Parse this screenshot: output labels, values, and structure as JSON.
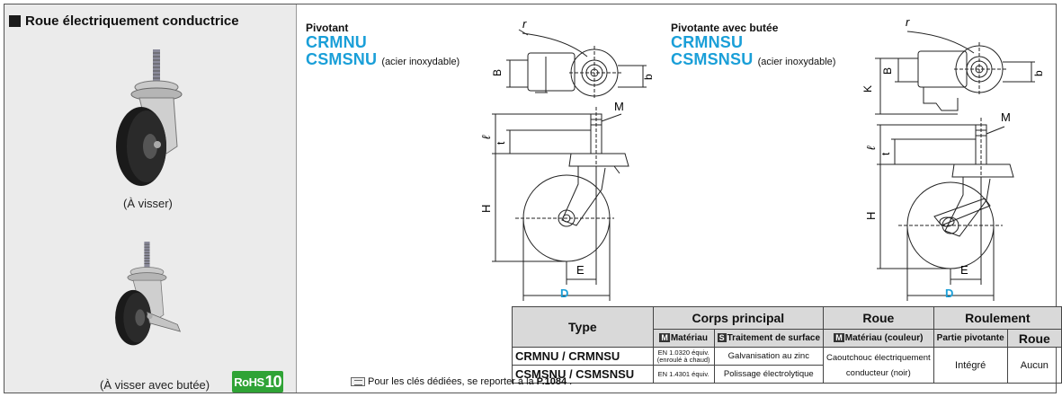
{
  "left": {
    "title": "Roue électriquement conductrice",
    "caption_screw": "(À visser)",
    "caption_screw_brake": "(À visser avec butée)",
    "rohs_text": "RoHS",
    "rohs_number": "10"
  },
  "swivel": {
    "label": "Pivotant",
    "code1": "CRMNU",
    "code2": "CSMSNU",
    "code2_note": "(acier inoxydable)"
  },
  "swivel_brake": {
    "label": "Pivotante avec butée",
    "code1": "CRMNSU",
    "code2": "CSMSNSU",
    "code2_note": "(acier inoxydable)"
  },
  "dims": {
    "r": "r",
    "B": "B",
    "b": "b",
    "M": "M",
    "l": "ℓ",
    "t": "t",
    "H": "H",
    "E": "E",
    "D": "D",
    "K": "K"
  },
  "table": {
    "type_header": "Type",
    "body_header": "Corps principal",
    "wheel_header": "Roue",
    "bearing_header": "Roulement",
    "tag_m": "M",
    "tag_s": "S",
    "material_label": "Matériau",
    "surface_label": "Traitement de surface",
    "material_color_label": "Matériau (couleur)",
    "pivot_part_label": "Partie pivotante",
    "wheel_sub_label": "Roue",
    "rows": [
      {
        "type": "CRMNU / CRMNSU",
        "material": "EN 1.0320 équiv. (enroulé à chaud)",
        "surface": "Galvanisation au zinc"
      },
      {
        "type": "CSMSNU / CSMSNSU",
        "material": "EN 1.4301 équiv.",
        "surface": "Polissage électrolytique"
      }
    ],
    "wheel_material_line1": "Caoutchouc électriquement",
    "wheel_material_line2": "conducteur (noir)",
    "pivot_value": "Intégré",
    "wheel_value": "Aucun"
  },
  "note": {
    "text": "Pour les clés dédiées, se reporter à la",
    "ref": "P.1084",
    "end": "."
  },
  "colors": {
    "accent_blue": "#1a9fd8",
    "rohs_green": "#2fa335",
    "panel_gray": "#ebebeb",
    "header_gray": "#d9d9d9"
  }
}
